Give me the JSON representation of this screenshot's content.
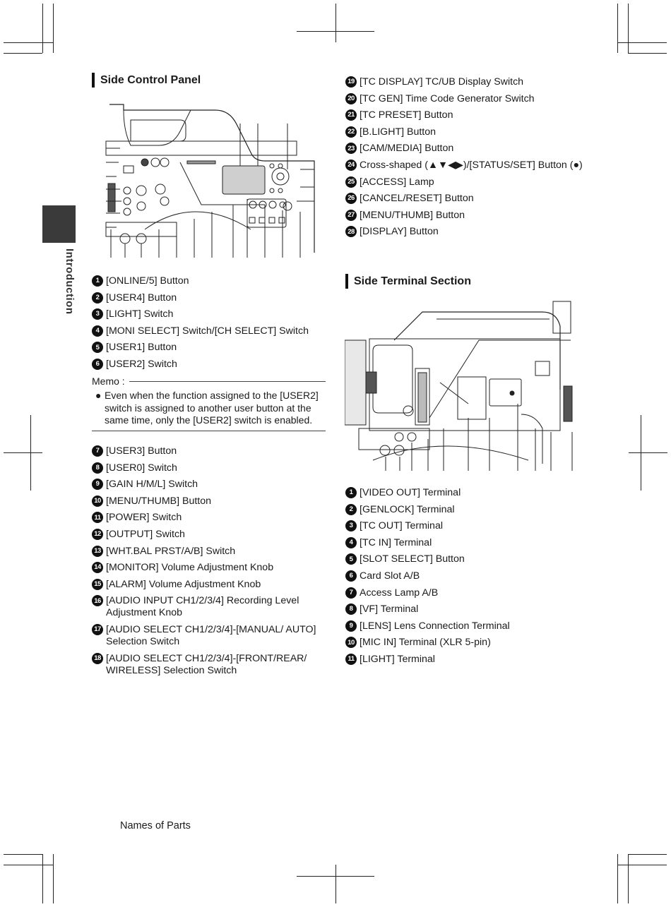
{
  "tab": {
    "label": "Introduction"
  },
  "side_control": {
    "title": "Side Control Panel",
    "items_left": [
      {
        "num": "1",
        "text": "[ONLINE/5] Button"
      },
      {
        "num": "2",
        "text": "[USER4] Button"
      },
      {
        "num": "3",
        "text": "[LIGHT] Switch"
      },
      {
        "num": "4",
        "text": "[MONI SELECT] Switch/[CH SELECT] Switch"
      },
      {
        "num": "5",
        "text": "[USER1] Button"
      },
      {
        "num": "6",
        "text": "[USER2] Switch"
      }
    ],
    "memo": {
      "label": "Memo :",
      "bullet": "Even when the function assigned to the [USER2] switch is assigned to another user button at the same time, only the [USER2] switch is enabled."
    },
    "items_left_2": [
      {
        "num": "7",
        "text": "[USER3] Button"
      },
      {
        "num": "8",
        "text": "[USER0] Switch"
      },
      {
        "num": "9",
        "text": "[GAIN H/M/L] Switch"
      },
      {
        "num": "10",
        "text": "[MENU/THUMB] Button"
      },
      {
        "num": "11",
        "text": "[POWER] Switch"
      },
      {
        "num": "12",
        "text": "[OUTPUT] Switch"
      },
      {
        "num": "13",
        "text": "[WHT.BAL PRST/A/B] Switch"
      },
      {
        "num": "14",
        "text": "[MONITOR] Volume Adjustment Knob"
      },
      {
        "num": "15",
        "text": "[ALARM] Volume Adjustment Knob"
      },
      {
        "num": "16",
        "text": "[AUDIO INPUT CH1/2/3/4] Recording Level Adjustment Knob"
      },
      {
        "num": "17",
        "text": "[AUDIO SELECT CH1/2/3/4]-[MANUAL/ AUTO] Selection Switch"
      },
      {
        "num": "18",
        "text": "[AUDIO SELECT CH1/2/3/4]-[FRONT/REAR/ WIRELESS] Selection Switch"
      }
    ],
    "items_right": [
      {
        "num": "19",
        "text": "[TC DISPLAY] TC/UB Display Switch"
      },
      {
        "num": "20",
        "text": "[TC GEN] Time Code Generator Switch"
      },
      {
        "num": "21",
        "text": "[TC PRESET] Button"
      },
      {
        "num": "22",
        "text": "[B.LIGHT] Button"
      },
      {
        "num": "23",
        "text": "[CAM/MEDIA] Button"
      },
      {
        "num": "24",
        "text": "Cross-shaped (▲▼◀▶)/[STATUS/SET] Button (●)"
      },
      {
        "num": "25",
        "text": "[ACCESS] Lamp"
      },
      {
        "num": "26",
        "text": "[CANCEL/RESET] Button"
      },
      {
        "num": "27",
        "text": "[MENU/THUMB] Button"
      },
      {
        "num": "28",
        "text": "[DISPLAY] Button"
      }
    ]
  },
  "side_terminal": {
    "title": "Side Terminal Section",
    "items": [
      {
        "num": "1",
        "text": "[VIDEO OUT] Terminal"
      },
      {
        "num": "2",
        "text": "[GENLOCK] Terminal"
      },
      {
        "num": "3",
        "text": "[TC OUT] Terminal"
      },
      {
        "num": "4",
        "text": "[TC IN] Terminal"
      },
      {
        "num": "5",
        "text": "[SLOT SELECT] Button"
      },
      {
        "num": "6",
        "text": "Card Slot A/B"
      },
      {
        "num": "7",
        "text": "Access Lamp A/B"
      },
      {
        "num": "8",
        "text": "[VF] Terminal"
      },
      {
        "num": "9",
        "text": "[LENS] Lens Connection Terminal"
      },
      {
        "num": "10",
        "text": "[MIC IN] Terminal (XLR 5-pin)"
      },
      {
        "num": "11",
        "text": "[LIGHT] Terminal"
      }
    ]
  },
  "footer": {
    "text": "Names of Parts"
  }
}
